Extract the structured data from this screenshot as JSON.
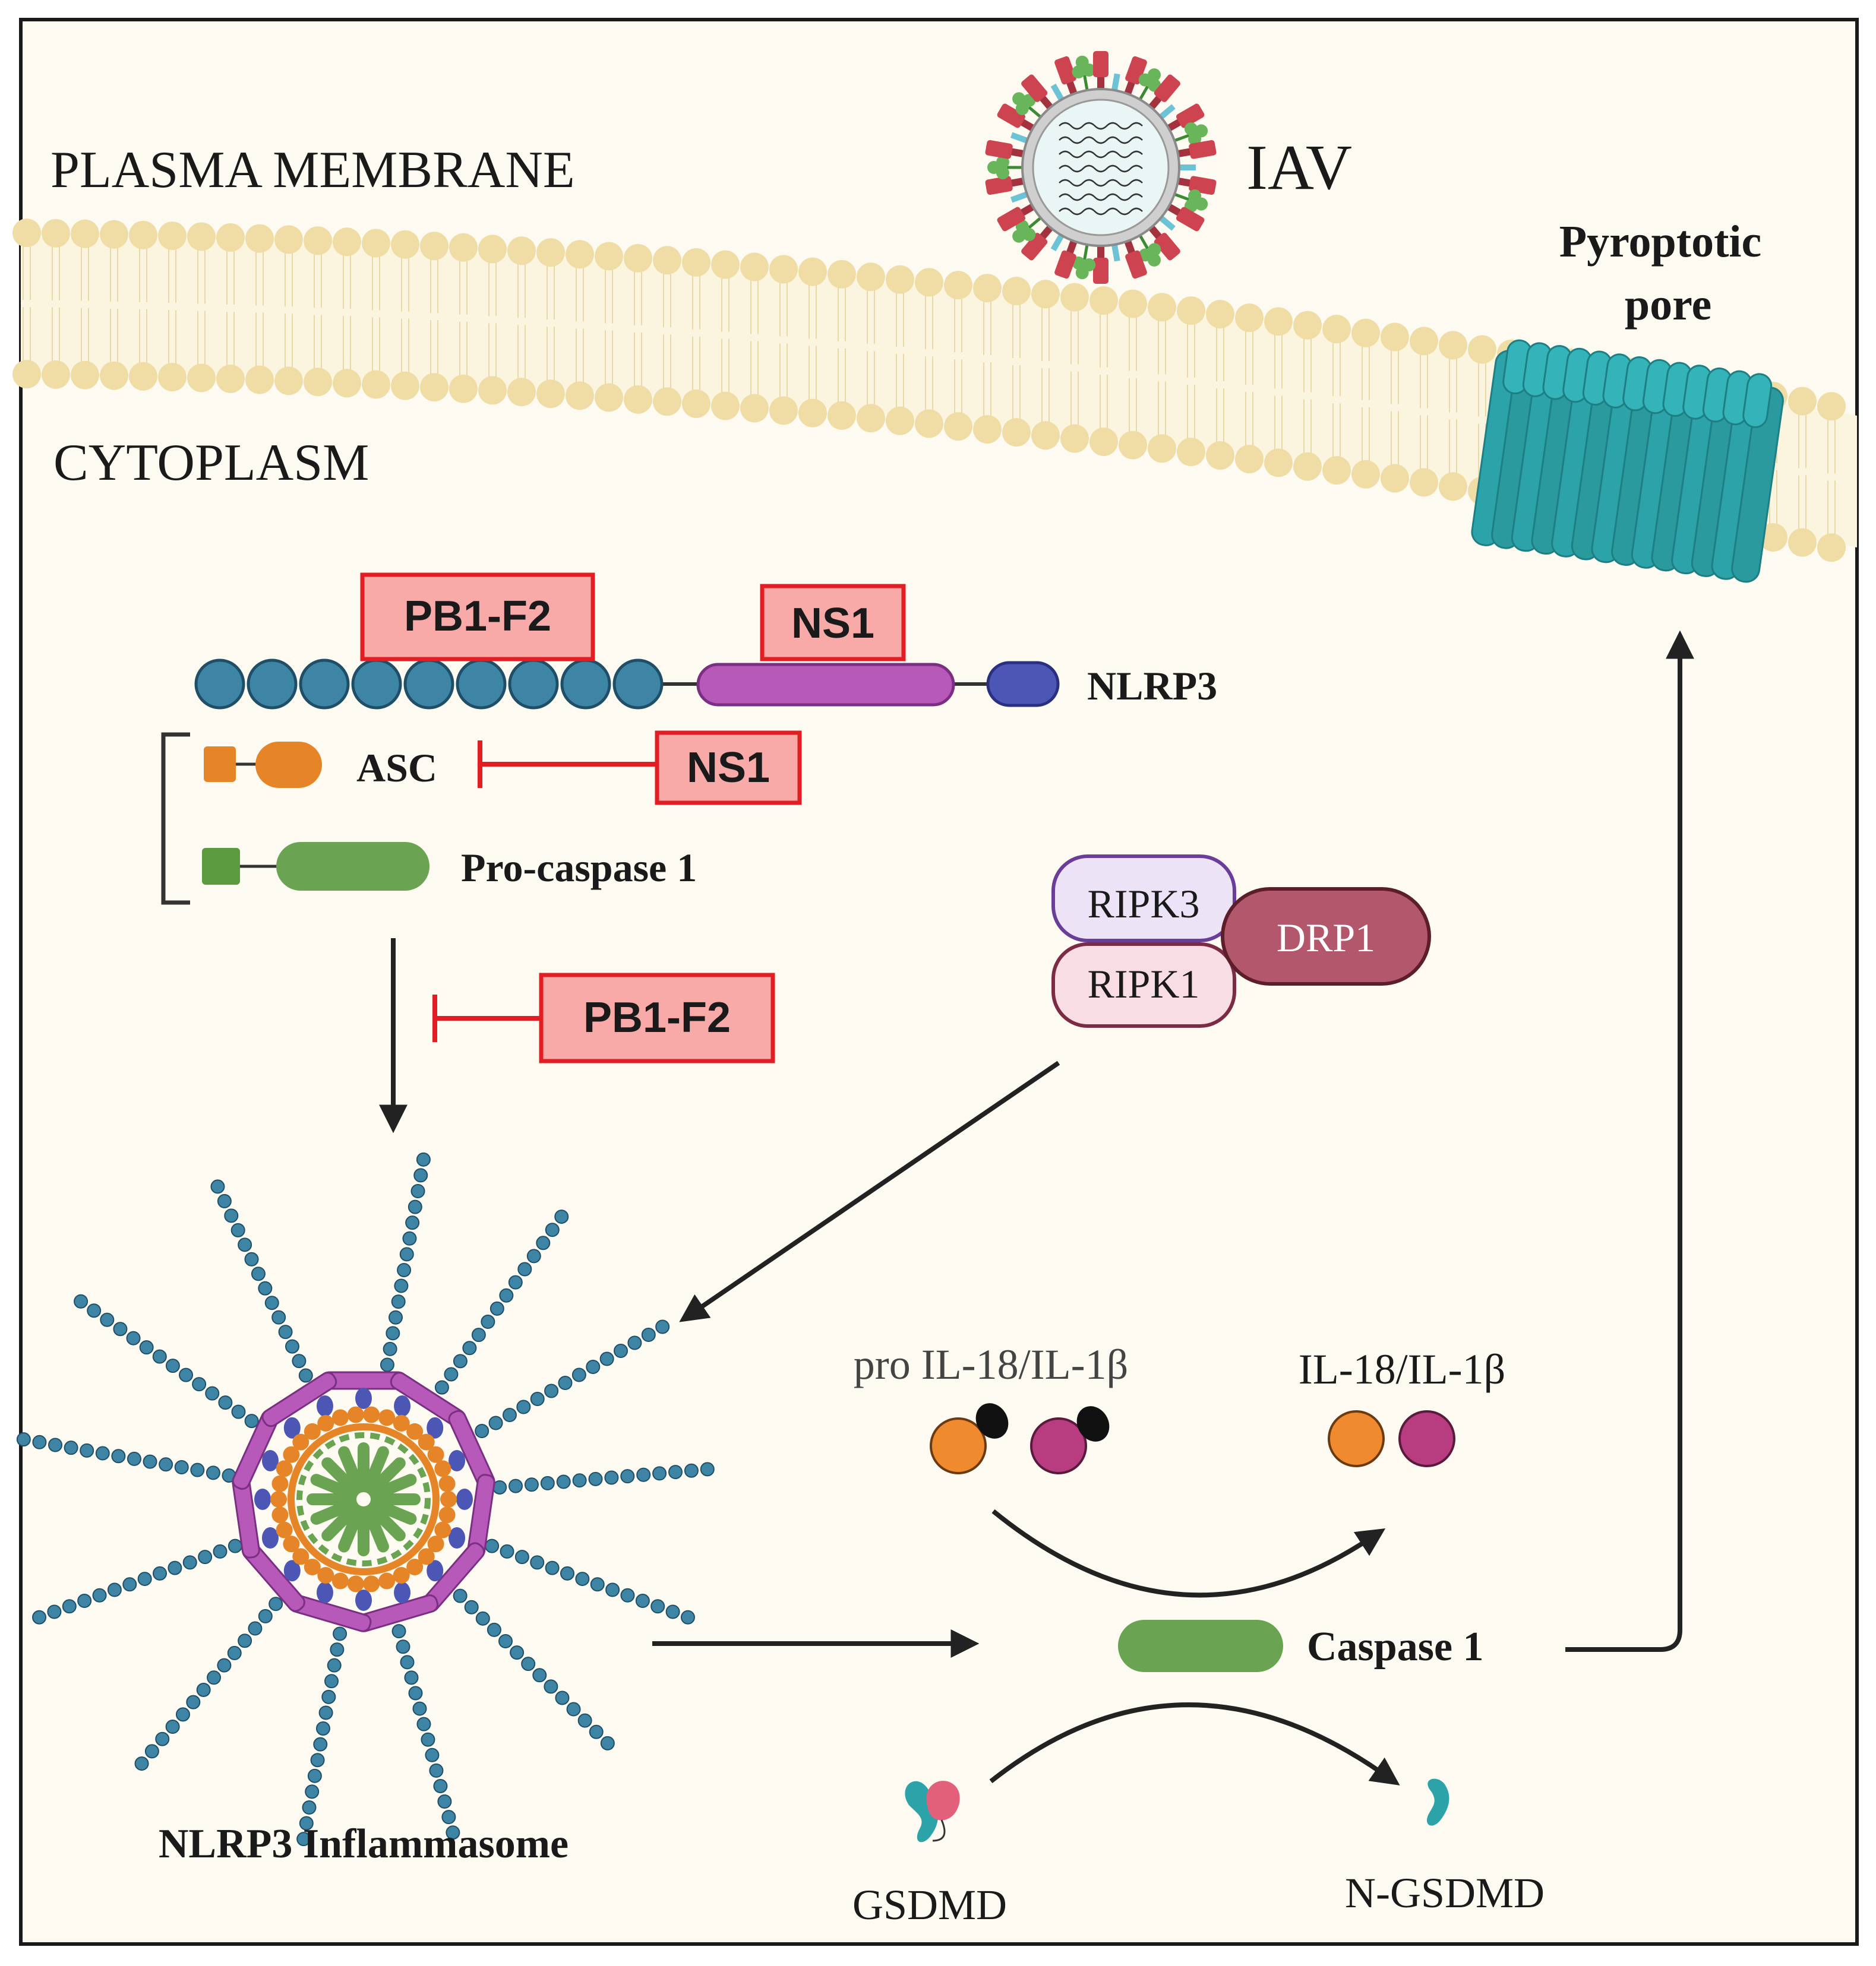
{
  "labels": {
    "plasma_membrane": "PLASMA MEMBRANE",
    "cytoplasm": "CYTOPLASM",
    "virus": "IAV",
    "pore_line1": "Pyroptotic",
    "pore_line2": "pore",
    "nlrp3": "NLRP3",
    "asc": "ASC",
    "pro_caspase": "Pro-caspase 1",
    "ripk3": "RIPK3",
    "ripk1": "RIPK1",
    "drp1": "DRP1",
    "pro_il": "pro IL-18/IL-1β",
    "il": "IL-18/IL-1β",
    "caspase": "Caspase 1",
    "inflammasome": "NLRP3 Inflammasome",
    "gsdmd": "GSDMD",
    "n_gsdmd": "N-GSDMD"
  },
  "inhibitors": {
    "pb1f2_top": "PB1-F2",
    "ns1_top": "NS1",
    "ns1_asc": "NS1",
    "pb1f2_arrow": "PB1-F2"
  },
  "colors": {
    "cytoplasm": "#fdfbf1",
    "lipid": "#f0dda6",
    "pore": "#2ba3a8",
    "nlrp3_bead": "#3e84a5",
    "nacht": "#b659b9",
    "pyd": "#4c56b4",
    "asc": "#e68527",
    "caspase": "#6aa351",
    "ripk3": "#e9e1f3",
    "ripk1": "#f8dde4",
    "drp1": "#b3586c",
    "il18": "#ef8a2e",
    "il1b": "#b73c80",
    "inhibitor_fill": "#f8aaa9",
    "inhibitor_stroke": "#e31d24",
    "virus_ha": "#cd4350",
    "virus_na": "#69b65a"
  }
}
